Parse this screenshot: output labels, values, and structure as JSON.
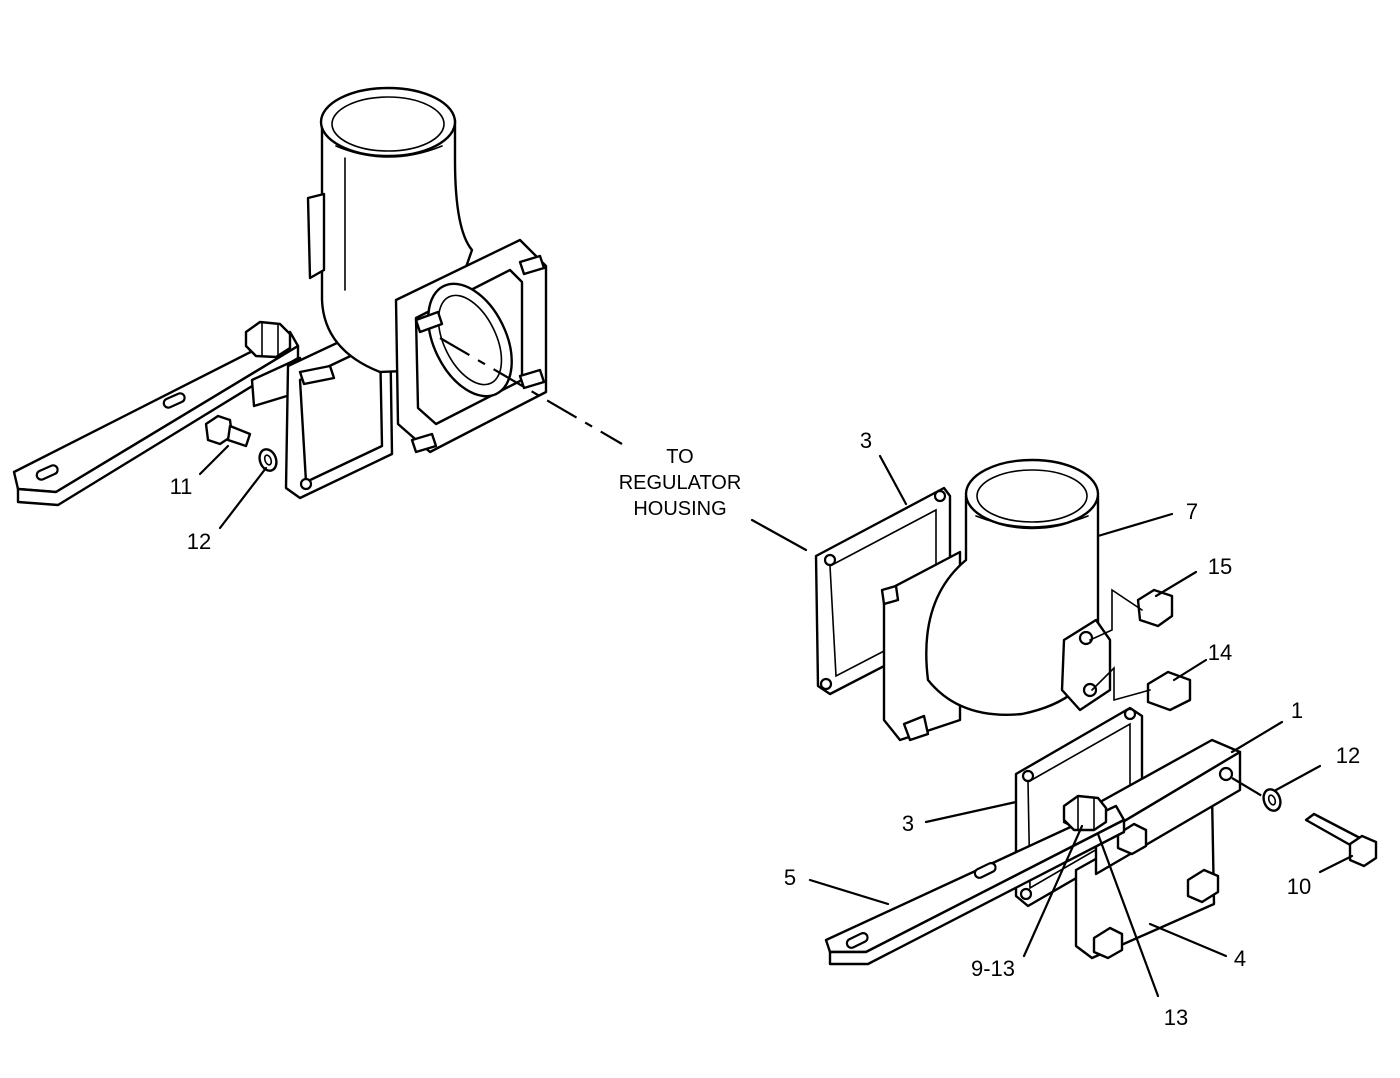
{
  "note": {
    "line1": "TO",
    "line2": "REGULATOR",
    "line3": "HOUSING"
  },
  "callouts": {
    "c11": "11",
    "c12_left": "12",
    "c3_top": "3",
    "c7": "7",
    "c15": "15",
    "c14": "14",
    "c1": "1",
    "c12_right": "12",
    "c3_mid": "3",
    "c10": "10",
    "c5": "5",
    "c9_13": "9-13",
    "c4": "4",
    "c13": "13"
  }
}
